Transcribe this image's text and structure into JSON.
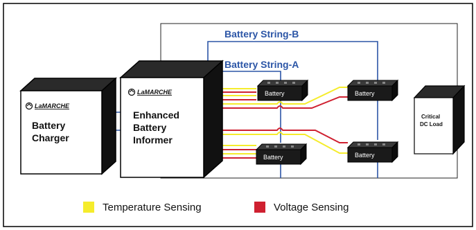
{
  "charger": {
    "brand": "LaMARCHE",
    "line1": "Battery",
    "line2": "Charger"
  },
  "informer": {
    "brand": "LaMARCHE",
    "line1": "Enhanced",
    "line2": "Battery",
    "line3": "Informer"
  },
  "strings": {
    "a": "Battery String-A",
    "b": "Battery String-B"
  },
  "batteries": {
    "label": "Battery"
  },
  "load": {
    "line1": "Critical",
    "line2": "DC Load"
  },
  "legend": {
    "temperature": {
      "label": "Temperature Sensing",
      "color": "#f5ec2c"
    },
    "voltage": {
      "label": "Voltage Sensing",
      "color": "#cf2030"
    }
  },
  "colors": {
    "string_wire": "#2b55a6",
    "frame": "#000000"
  }
}
